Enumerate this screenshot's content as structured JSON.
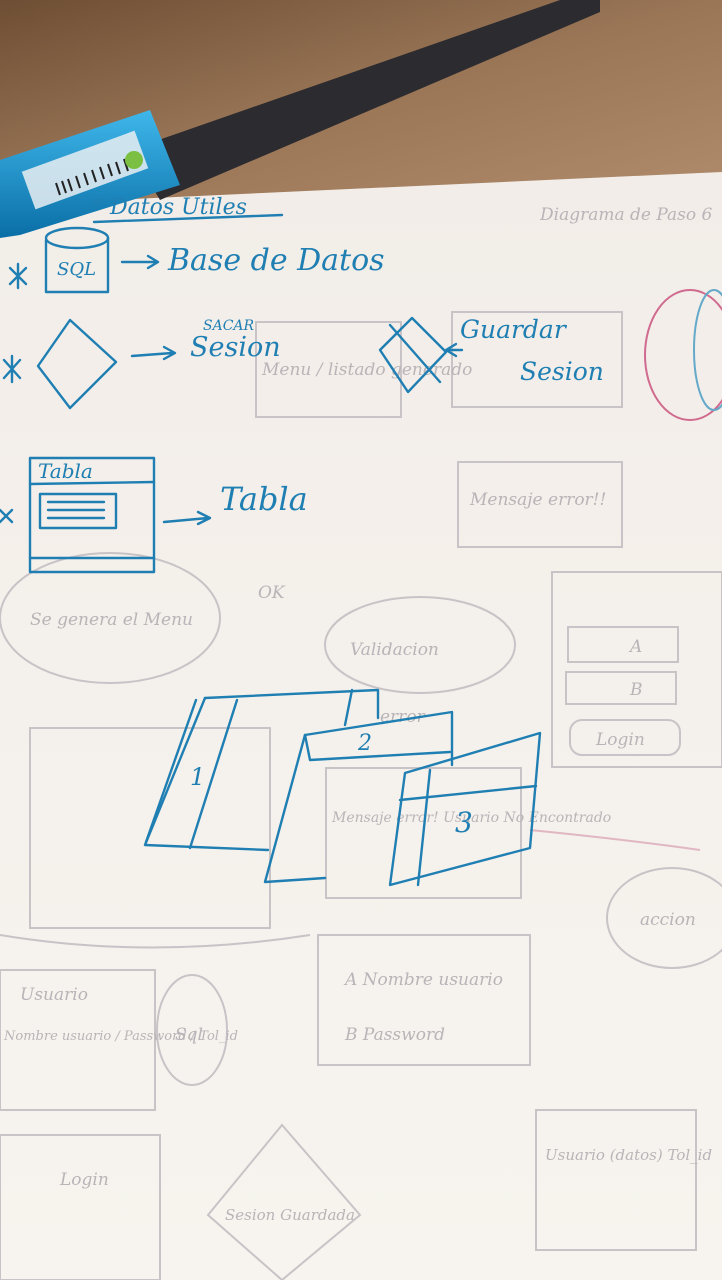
{
  "notes": {
    "heading": "* Datos Utiles",
    "sql_symbol": "SQL",
    "sql_meaning": "Base de Datos",
    "diamond_small": "SACAR",
    "diamond_meaning": "Sesion",
    "guardar_line1": "Guardar",
    "guardar_line2": "Sesion",
    "table_symbol": "Tabla",
    "table_meaning": "Tabla",
    "panel_1": "1",
    "panel_2": "2",
    "panel_3": "3"
  },
  "faint_notes": {
    "diagram_header": "Diagrama de Paso 6",
    "menu_generado": "Menu / listado generado",
    "mensaje_error": "Mensaje error!!",
    "se_genera": "Se genera el Menu",
    "ok": "OK",
    "validacion": "Validacion",
    "error": "error",
    "login_a": "A",
    "login_b": "B",
    "login_btn": "Login",
    "mensaje_no_encontrado": "Mensaje error! Usuario No Encontrado",
    "nombre_usuario": "A Nombre usuario",
    "password": "B Password",
    "usuario_table": "Usuario",
    "usuario_fields": "Nombre usuario / Password / Tol_id",
    "sql_faint": "Sql",
    "login_bottom": "Login",
    "sesion_guardada": "Sesion Guardada",
    "usuario_datos": "Usuario (datos) Tol_id",
    "accion": "accion"
  },
  "colors": {
    "ink": "#1f7fb3",
    "faint_ink": "#b9b4b8",
    "red_ink": "#c2185b",
    "paper": "#f7f3ee",
    "desk": "#8a6a4c"
  }
}
